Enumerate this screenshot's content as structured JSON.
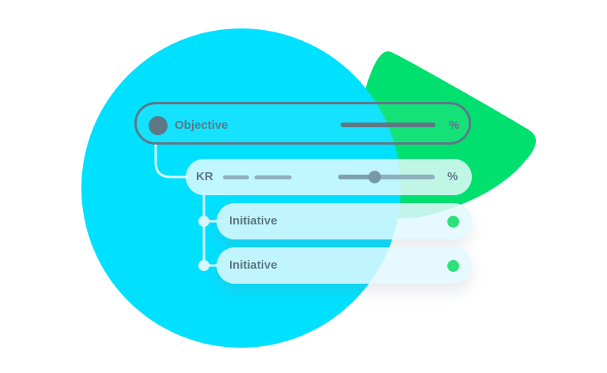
{
  "colors": {
    "background": "#ffffff",
    "cyan_circle": "#00e0ff",
    "green_wedge": "#00e06e",
    "outline": "#5e7886",
    "status_green": "#2fe07a",
    "text": "#5e7886"
  },
  "objective": {
    "label": "Objective",
    "percent_label": "%",
    "icon": "circle-icon"
  },
  "kr": {
    "label": "KR",
    "percent_label": "%",
    "progress": 0.38
  },
  "initiatives": [
    {
      "label": "Initiative",
      "status": "green"
    },
    {
      "label": "Initiative",
      "status": "green"
    }
  ]
}
